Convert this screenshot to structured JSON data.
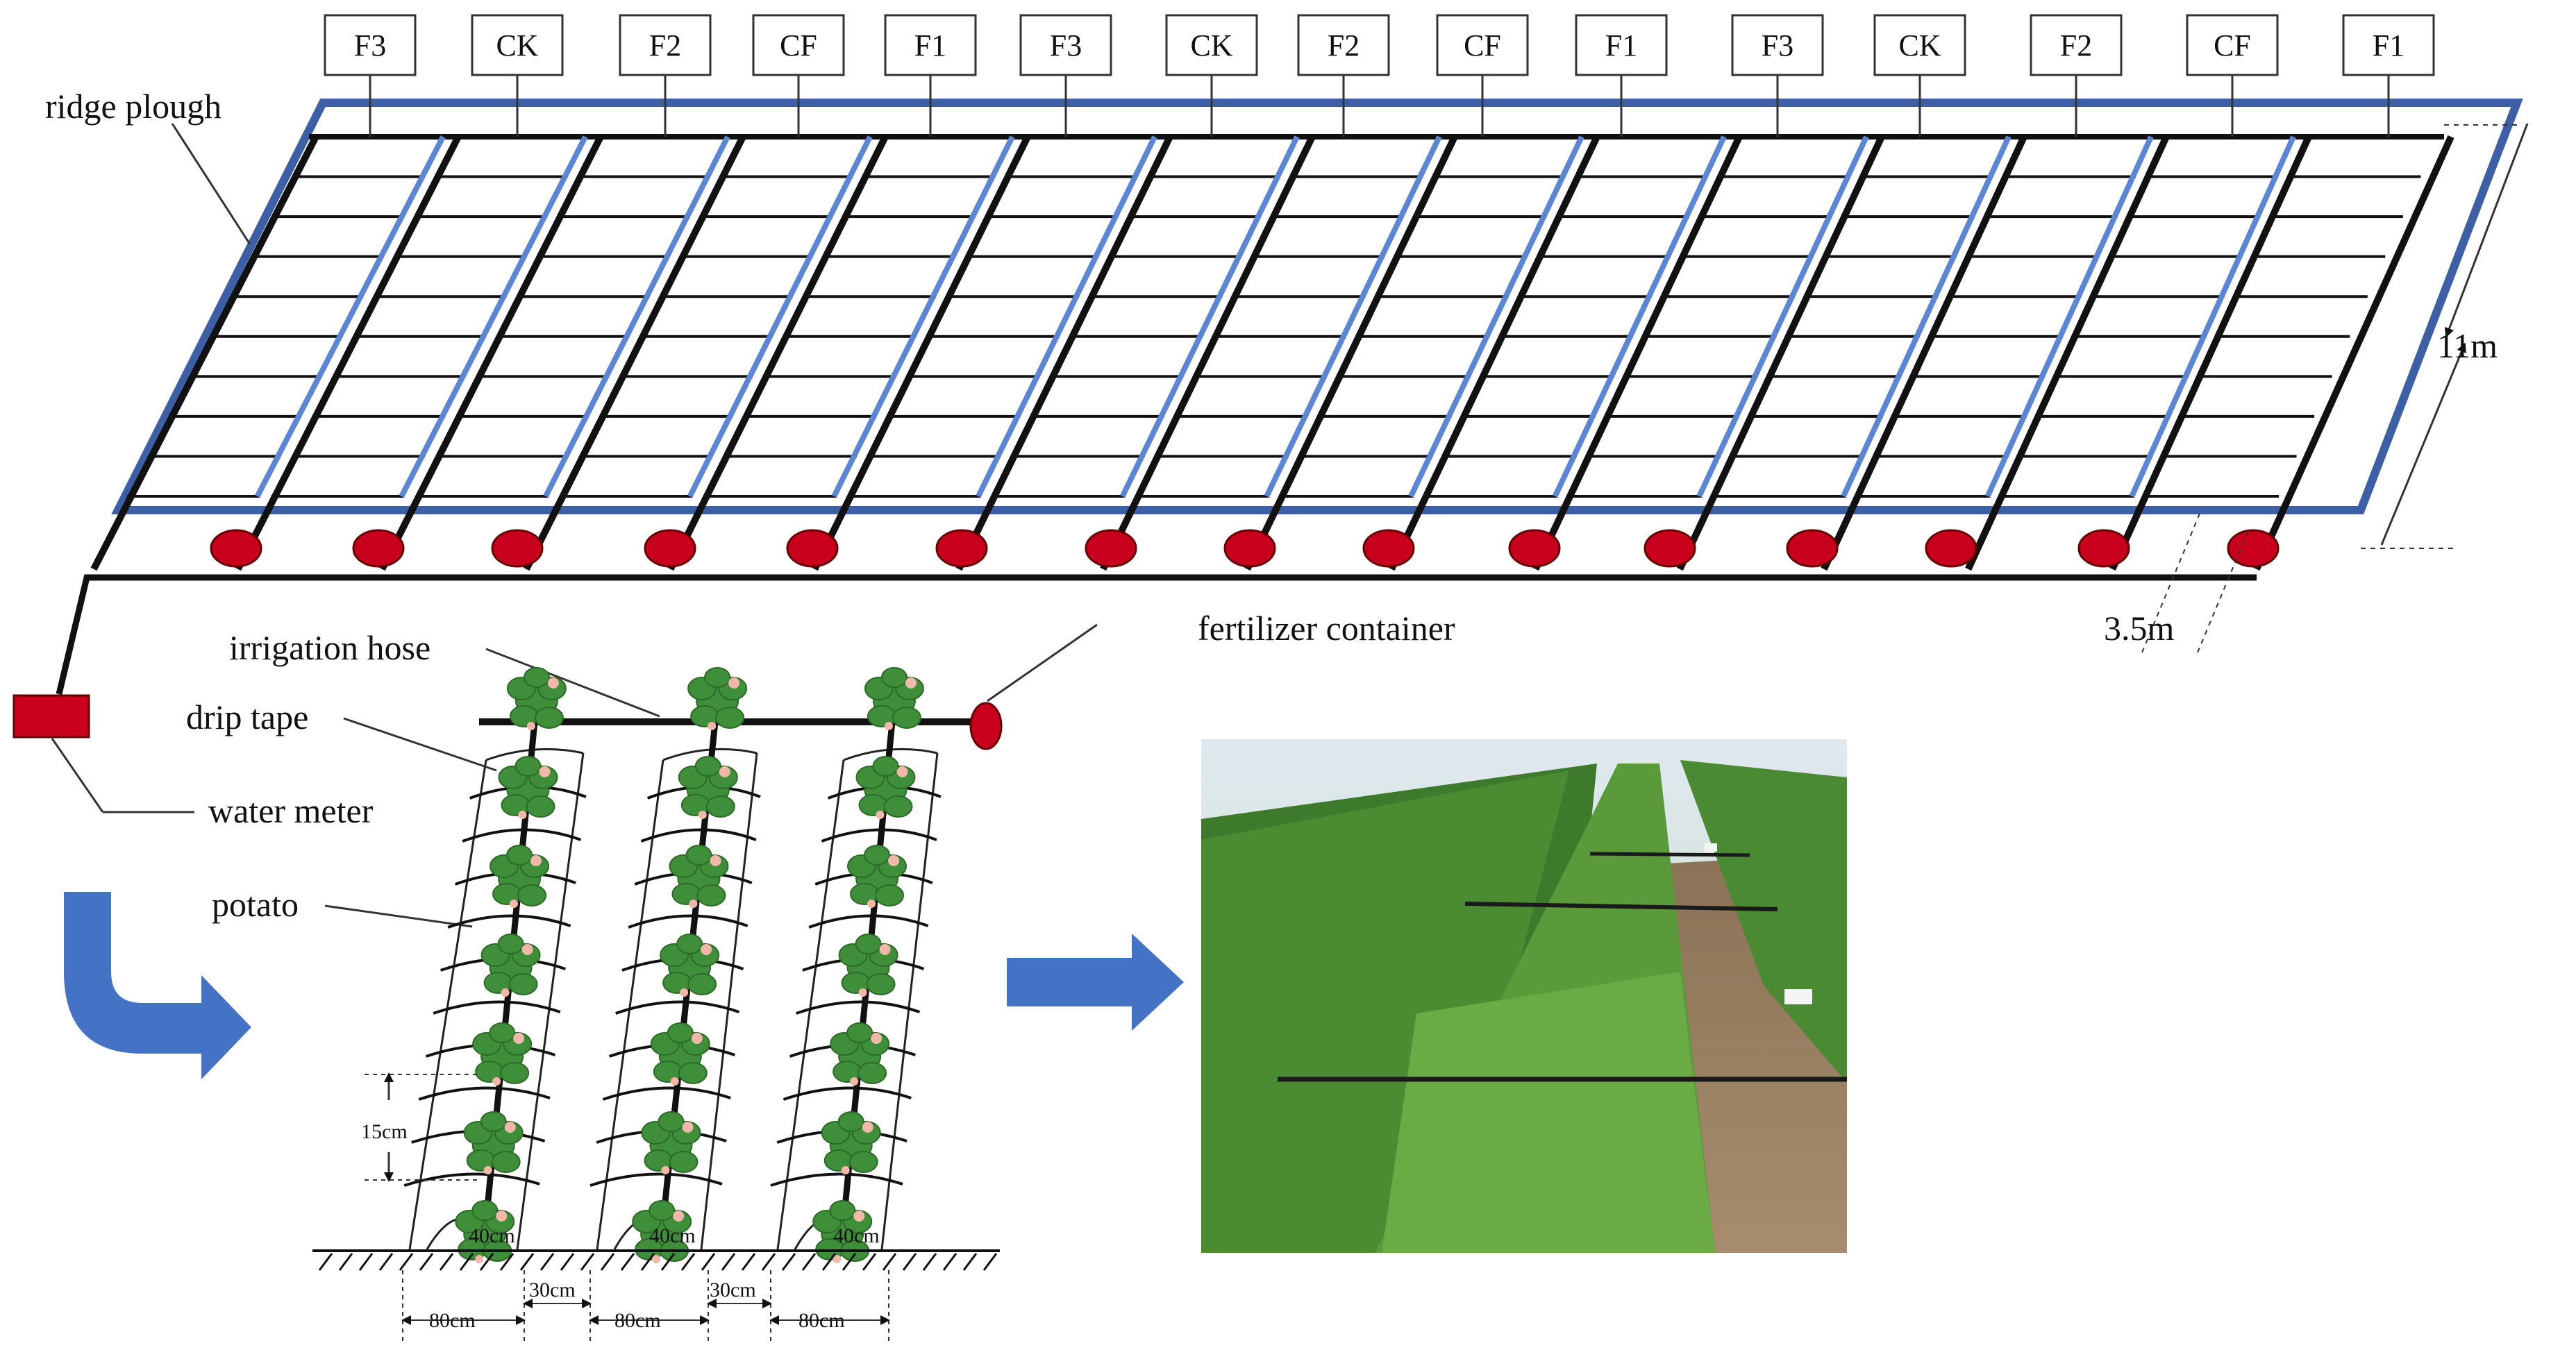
{
  "treatment_labels": [
    "F3",
    "CK",
    "F2",
    "CF",
    "F1",
    "F3",
    "CK",
    "F2",
    "CF",
    "F1",
    "F3",
    "CK",
    "F2",
    "CF",
    "F1"
  ],
  "labels": {
    "ridge_plough": "ridge plough",
    "irrigation_hose": "irrigation hose",
    "fertilizer_container": "fertilizer container",
    "drip_tape": "drip tape",
    "water_meter": "water meter",
    "potato": "potato"
  },
  "dimensions": {
    "plot_length": "11m",
    "plot_width": "3.5m",
    "plant_spacing": "15cm",
    "ridge_top": "40cm",
    "ridge_width": "80cm",
    "furrow_width": "30cm"
  },
  "colors": {
    "plot_border": "#3d5fa5",
    "ridge_line": "#5b86d6",
    "valve": "#c8001e",
    "water_meter": "#c8001e",
    "arrow": "#4472c4",
    "plant": "#3f8f3a",
    "flower": "#f1b7a8"
  },
  "icons": [
    "flow-arrow-icon",
    "potato-plant-icon",
    "valve-icon",
    "water-meter-icon",
    "field-photo"
  ]
}
